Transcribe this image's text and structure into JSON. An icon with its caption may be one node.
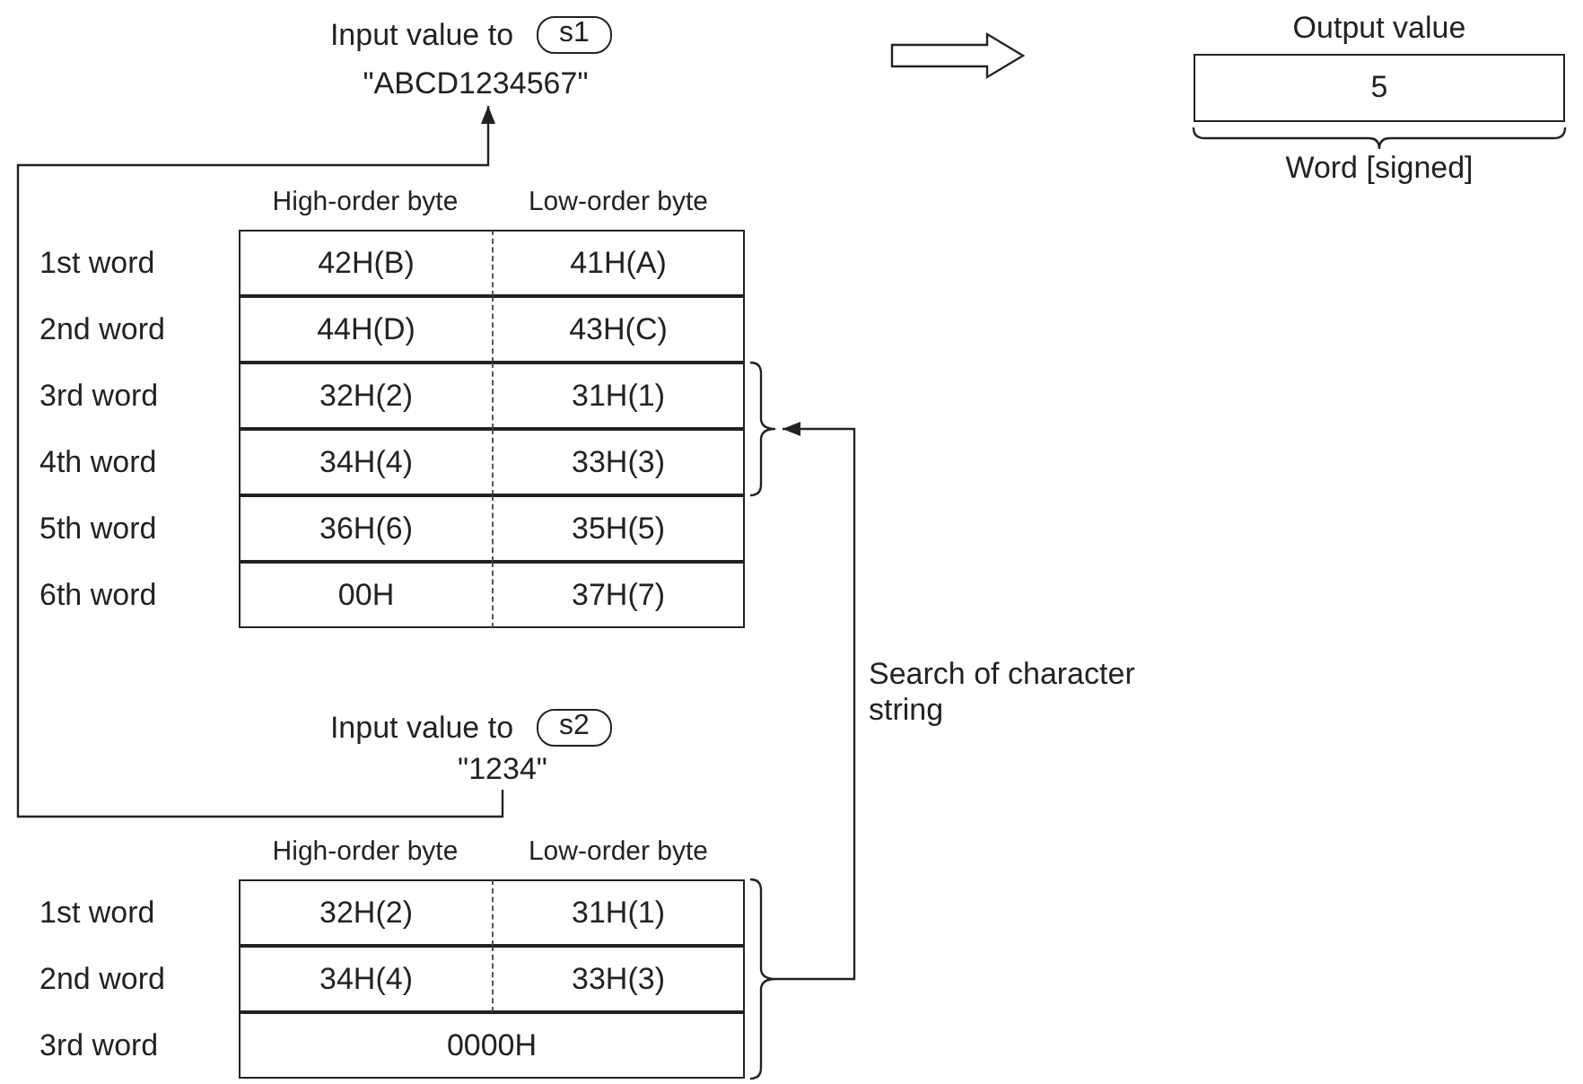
{
  "diagram": {
    "nodes": [
      {
        "text": [
          "s1"
        ],
        "beside": [
          "Input value to"
        ]
      },
      {
        "text": [
          "\"ABCD1234567\""
        ]
      },
      {
        "text": [
          "5"
        ],
        "beside": [
          "Output value",
          "Word [signed]"
        ]
      },
      {
        "text": [],
        "shape": "bracket"
      },
      {
        "text": [
          "s2"
        ],
        "beside": [
          "Input value to"
        ]
      },
      {
        "text": [
          "\"1234\""
        ]
      },
      {
        "text": [],
        "shape": "bracket"
      }
    ],
    "edges": [
      {
        "from": 5,
        "to": 1,
        "arrow": "to"
      },
      {
        "from": 6,
        "to": 3,
        "arrow": "to",
        "label": "Search of character string"
      }
    ],
    "labels": [
      "High-order byte",
      "Low-order byte",
      "1st word",
      "42H(B)",
      "41H(A)",
      "2nd word",
      "44H(D)",
      "43H(C)",
      "3rd word",
      "32H(2)",
      "31H(1)",
      "4th word",
      "34H(4)",
      "33H(3)",
      "5th word",
      "36H(6)",
      "35H(5)",
      "6th word",
      "00H",
      "37H(7)",
      "High-order byte",
      "Low-order byte",
      "1st word",
      "32H(2)",
      "31H(1)",
      "2nd word",
      "34H(4)",
      "33H(3)",
      "3rd word",
      "0000H"
    ]
  }
}
